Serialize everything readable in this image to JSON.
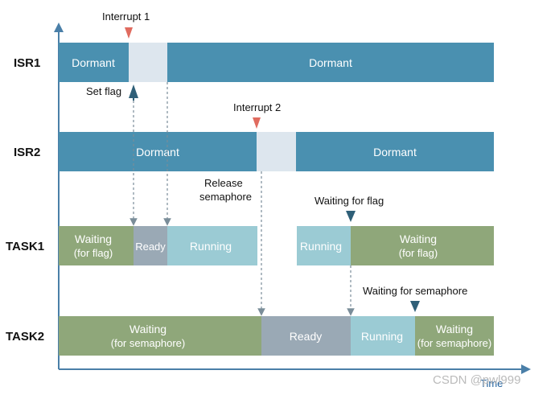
{
  "colors": {
    "dormant": "#4a90b0",
    "isr_active": "#dde6ee",
    "waiting": "#8fa77a",
    "ready": "#9aa9b5",
    "running": "#9bcbd4",
    "interrupt_marker": "#e06b5f",
    "event_marker": "#2f5f78",
    "axis": "#4a7fa8"
  },
  "rows": {
    "isr1": "ISR1",
    "isr2": "ISR2",
    "task1": "TASK1",
    "task2": "TASK2"
  },
  "segments": {
    "isr1_dormant_a": "Dormant",
    "isr1_dormant_b": "Dormant",
    "isr2_dormant_a": "Dormant",
    "isr2_dormant_b": "Dormant",
    "task1_waiting_a_1": "Waiting",
    "task1_waiting_a_2": "(for flag)",
    "task1_ready": "Ready",
    "task1_running_a": "Running",
    "task1_running_b": "Running",
    "task1_waiting_b_1": "Waiting",
    "task1_waiting_b_2": "(for flag)",
    "task2_waiting_a_1": "Waiting",
    "task2_waiting_a_2": "(for semaphore)",
    "task2_ready": "Ready",
    "task2_running": "Running",
    "task2_waiting_b_1": "Waiting",
    "task2_waiting_b_2": "(for semaphore)"
  },
  "annotations": {
    "interrupt1": "Interrupt 1",
    "interrupt2": "Interrupt 2",
    "set_flag": "Set flag",
    "release_1": "Release",
    "release_2": "semaphore",
    "waiting_for_flag": "Waiting for flag",
    "waiting_for_semaphore": "Waiting for semaphore"
  },
  "axis": {
    "x_label": "Time"
  },
  "watermark": "CSDN @pwl999"
}
